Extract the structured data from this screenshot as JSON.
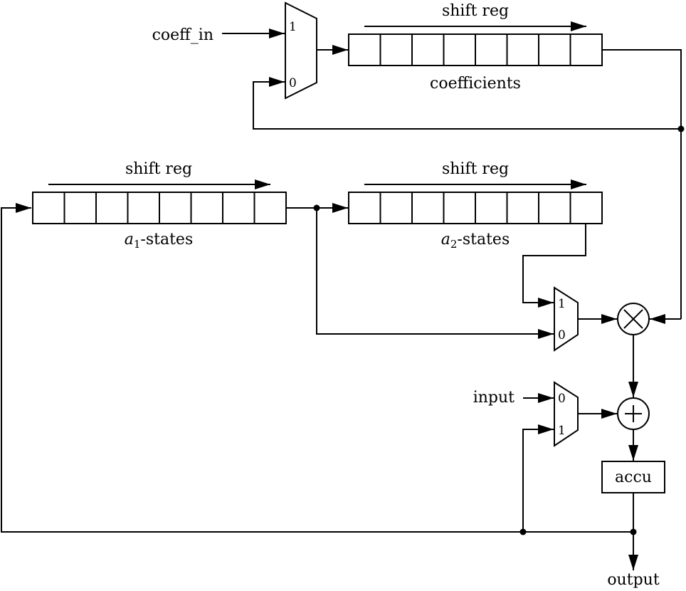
{
  "labels": {
    "coeff_in": "coeff_in",
    "input": "input",
    "output": "output",
    "accu": "accu",
    "shift_reg_coeff": "shift reg",
    "shift_reg_a1": "shift reg",
    "shift_reg_a2": "shift reg",
    "coefficients": "coefficients",
    "a1_states_sym": "a",
    "a1_states_sub": "1",
    "a1_states_text": "-states",
    "a2_states_sym": "a",
    "a2_states_sub": "2",
    "a2_states_text": "-states"
  },
  "mux_pins": {
    "coeff_mux_top": "1",
    "coeff_mux_bottom": "0",
    "state_mux_top": "1",
    "state_mux_bottom": "0",
    "input_mux_top": "0",
    "input_mux_bottom": "1"
  },
  "registers": {
    "coefficients_cells": 8,
    "a1_cells": 8,
    "a2_cells": 8
  },
  "operators": {
    "multiply": "×",
    "add": "+"
  }
}
